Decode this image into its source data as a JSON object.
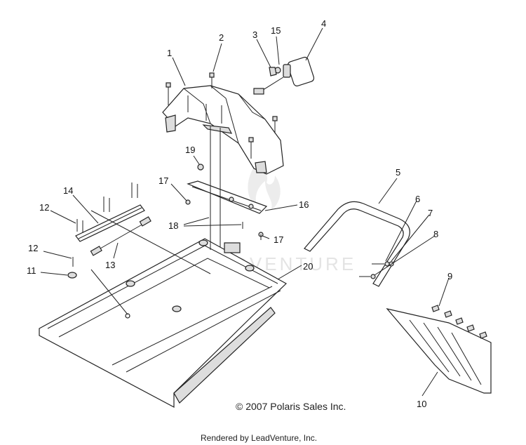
{
  "callouts": {
    "c1": "1",
    "c2": "2",
    "c3": "3",
    "c15": "15",
    "c4": "4",
    "c19": "19",
    "c17a": "17",
    "c14": "14",
    "c12a": "12",
    "c16": "16",
    "c18": "18",
    "c17b": "17",
    "c13": "13",
    "c12b": "12",
    "c11": "11",
    "c20": "20",
    "c5": "5",
    "c6": "6",
    "c7": "7",
    "c8": "8",
    "c9": "9",
    "c10": "10"
  },
  "copyright": "© 2007 Polaris Sales Inc.",
  "credit": "Rendered by LeadVenture, Inc.",
  "watermark_text": "LEADVENTURE"
}
